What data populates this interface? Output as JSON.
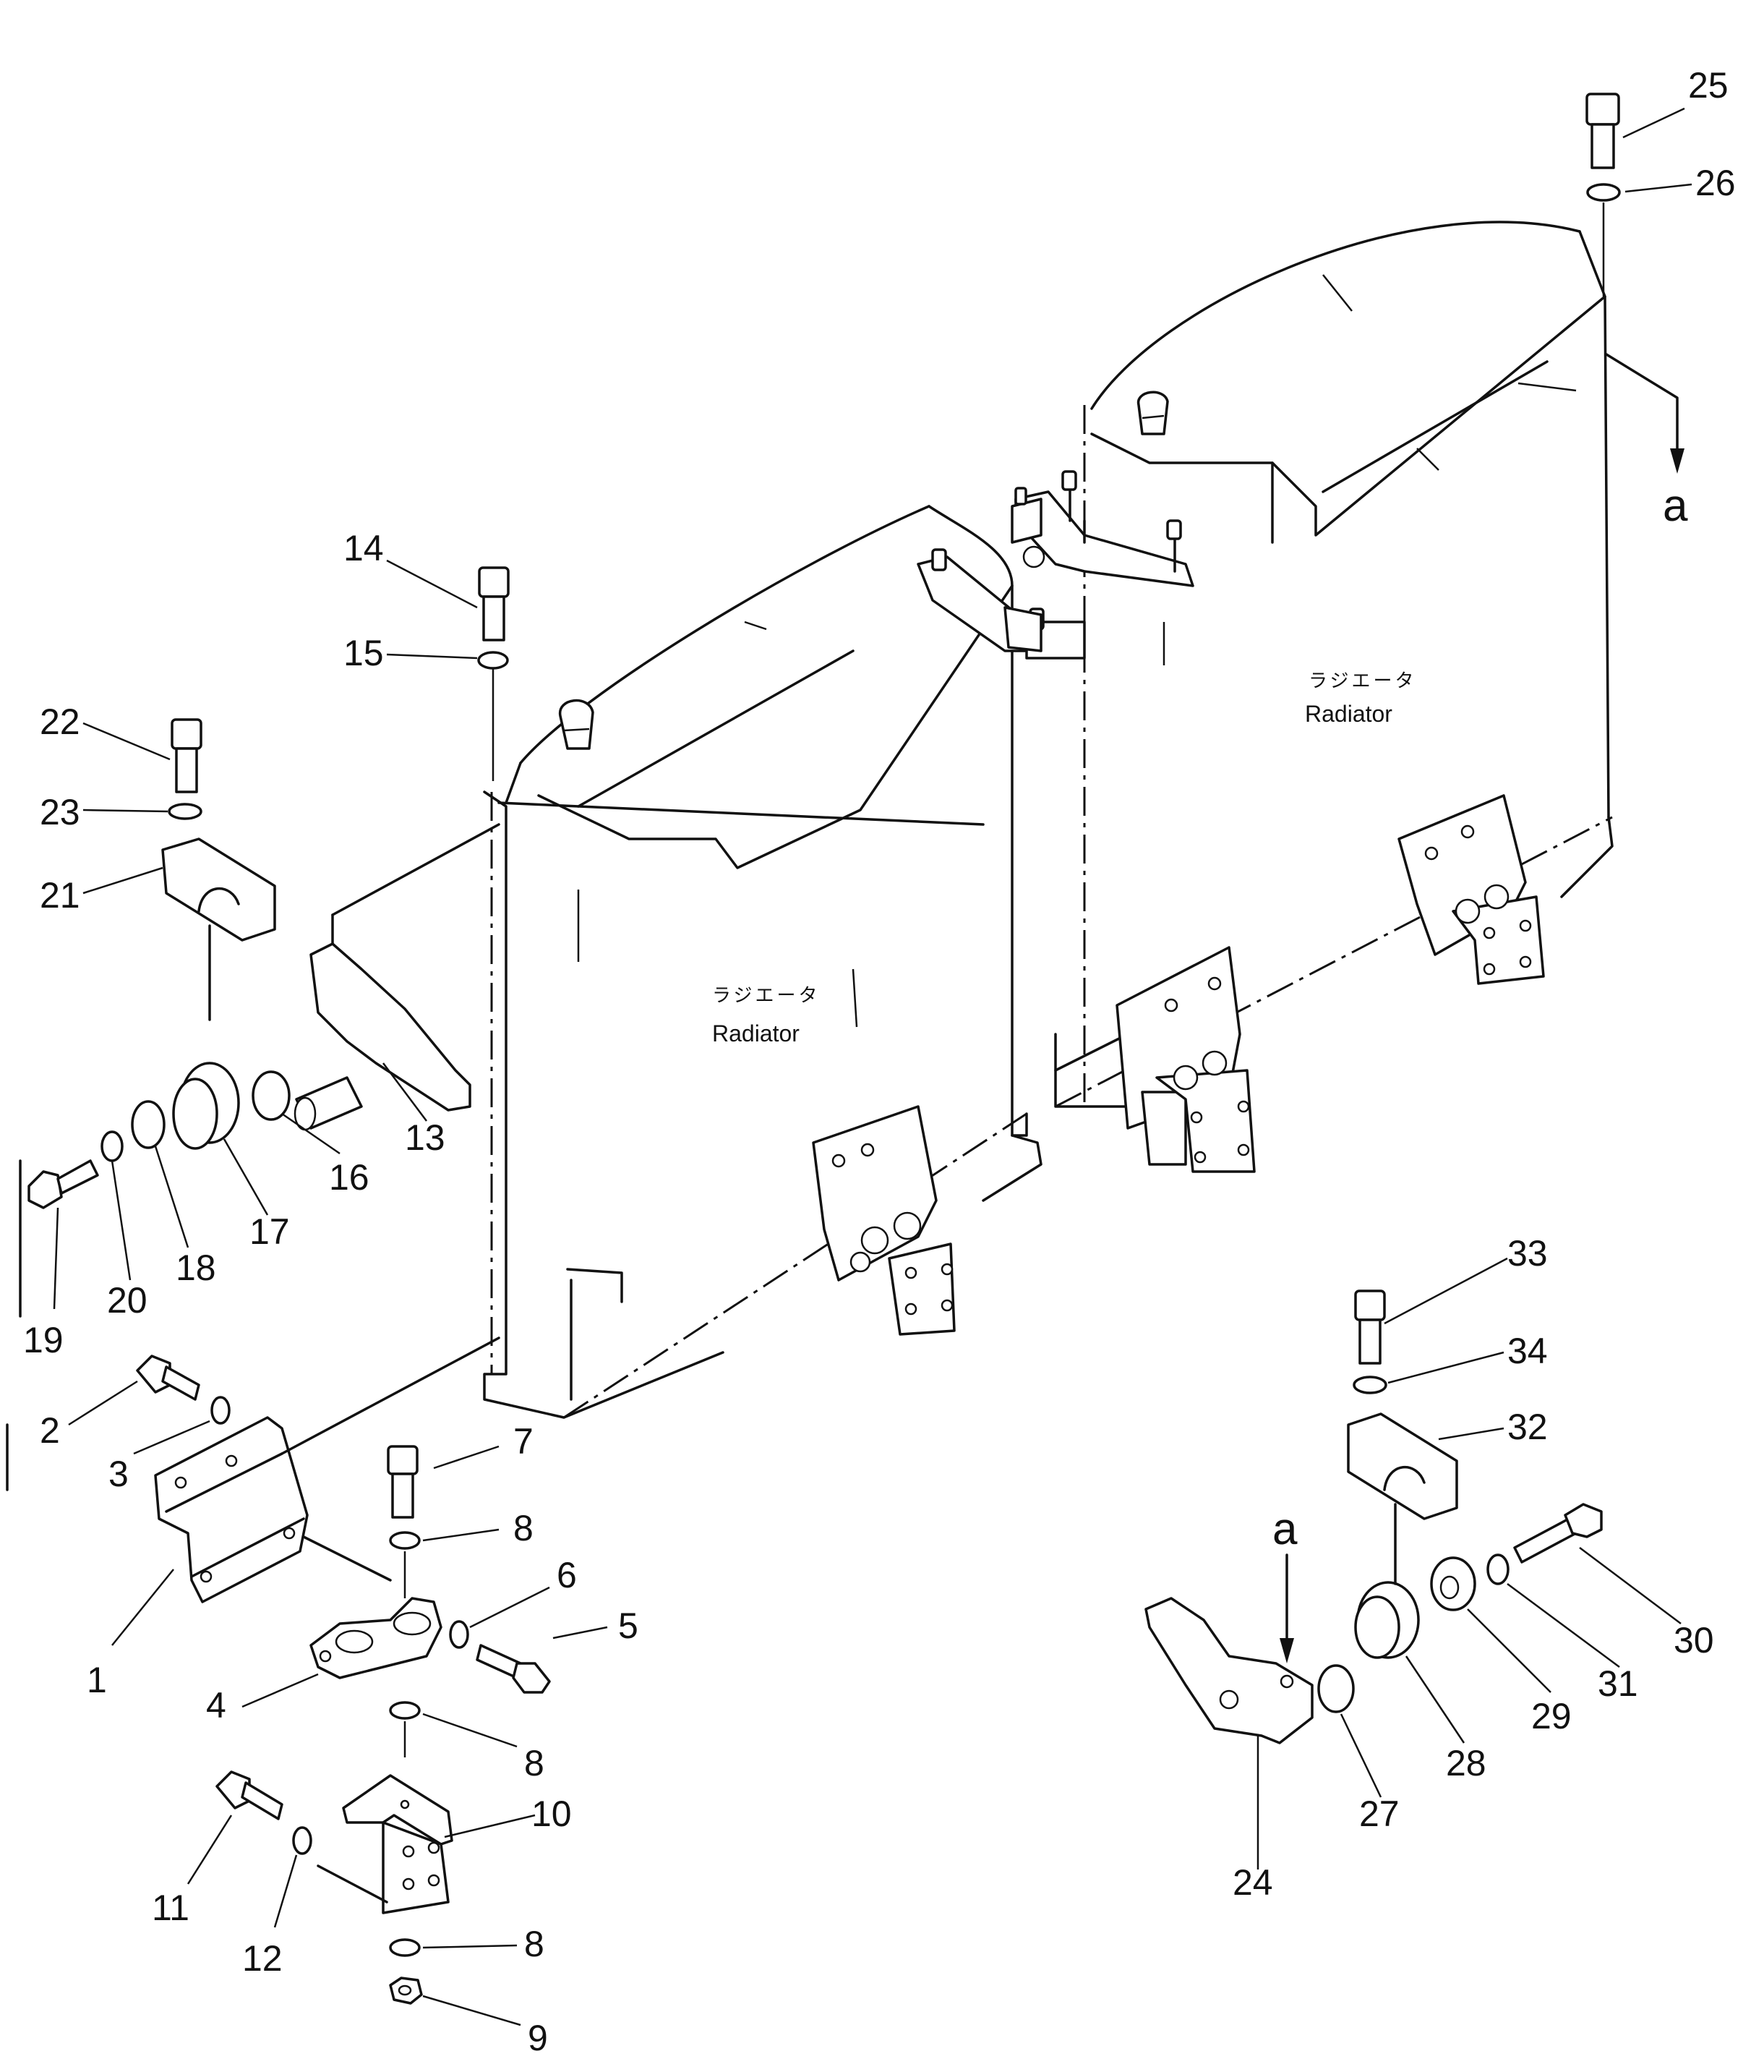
{
  "radiators": [
    {
      "label_jp": "ラジエータ",
      "label_en": "Radiator"
    },
    {
      "label_jp": "ラジエータ",
      "label_en": "Radiator"
    }
  ],
  "view_reference": [
    "a",
    "a"
  ],
  "part_numbers": [
    "1",
    "2",
    "3",
    "4",
    "5",
    "6",
    "7",
    "8",
    "8",
    "8",
    "9",
    "10",
    "11",
    "12",
    "13",
    "14",
    "15",
    "16",
    "17",
    "18",
    "19",
    "20",
    "21",
    "22",
    "23",
    "24",
    "25",
    "26",
    "27",
    "28",
    "29",
    "30",
    "31",
    "32",
    "33",
    "34"
  ]
}
